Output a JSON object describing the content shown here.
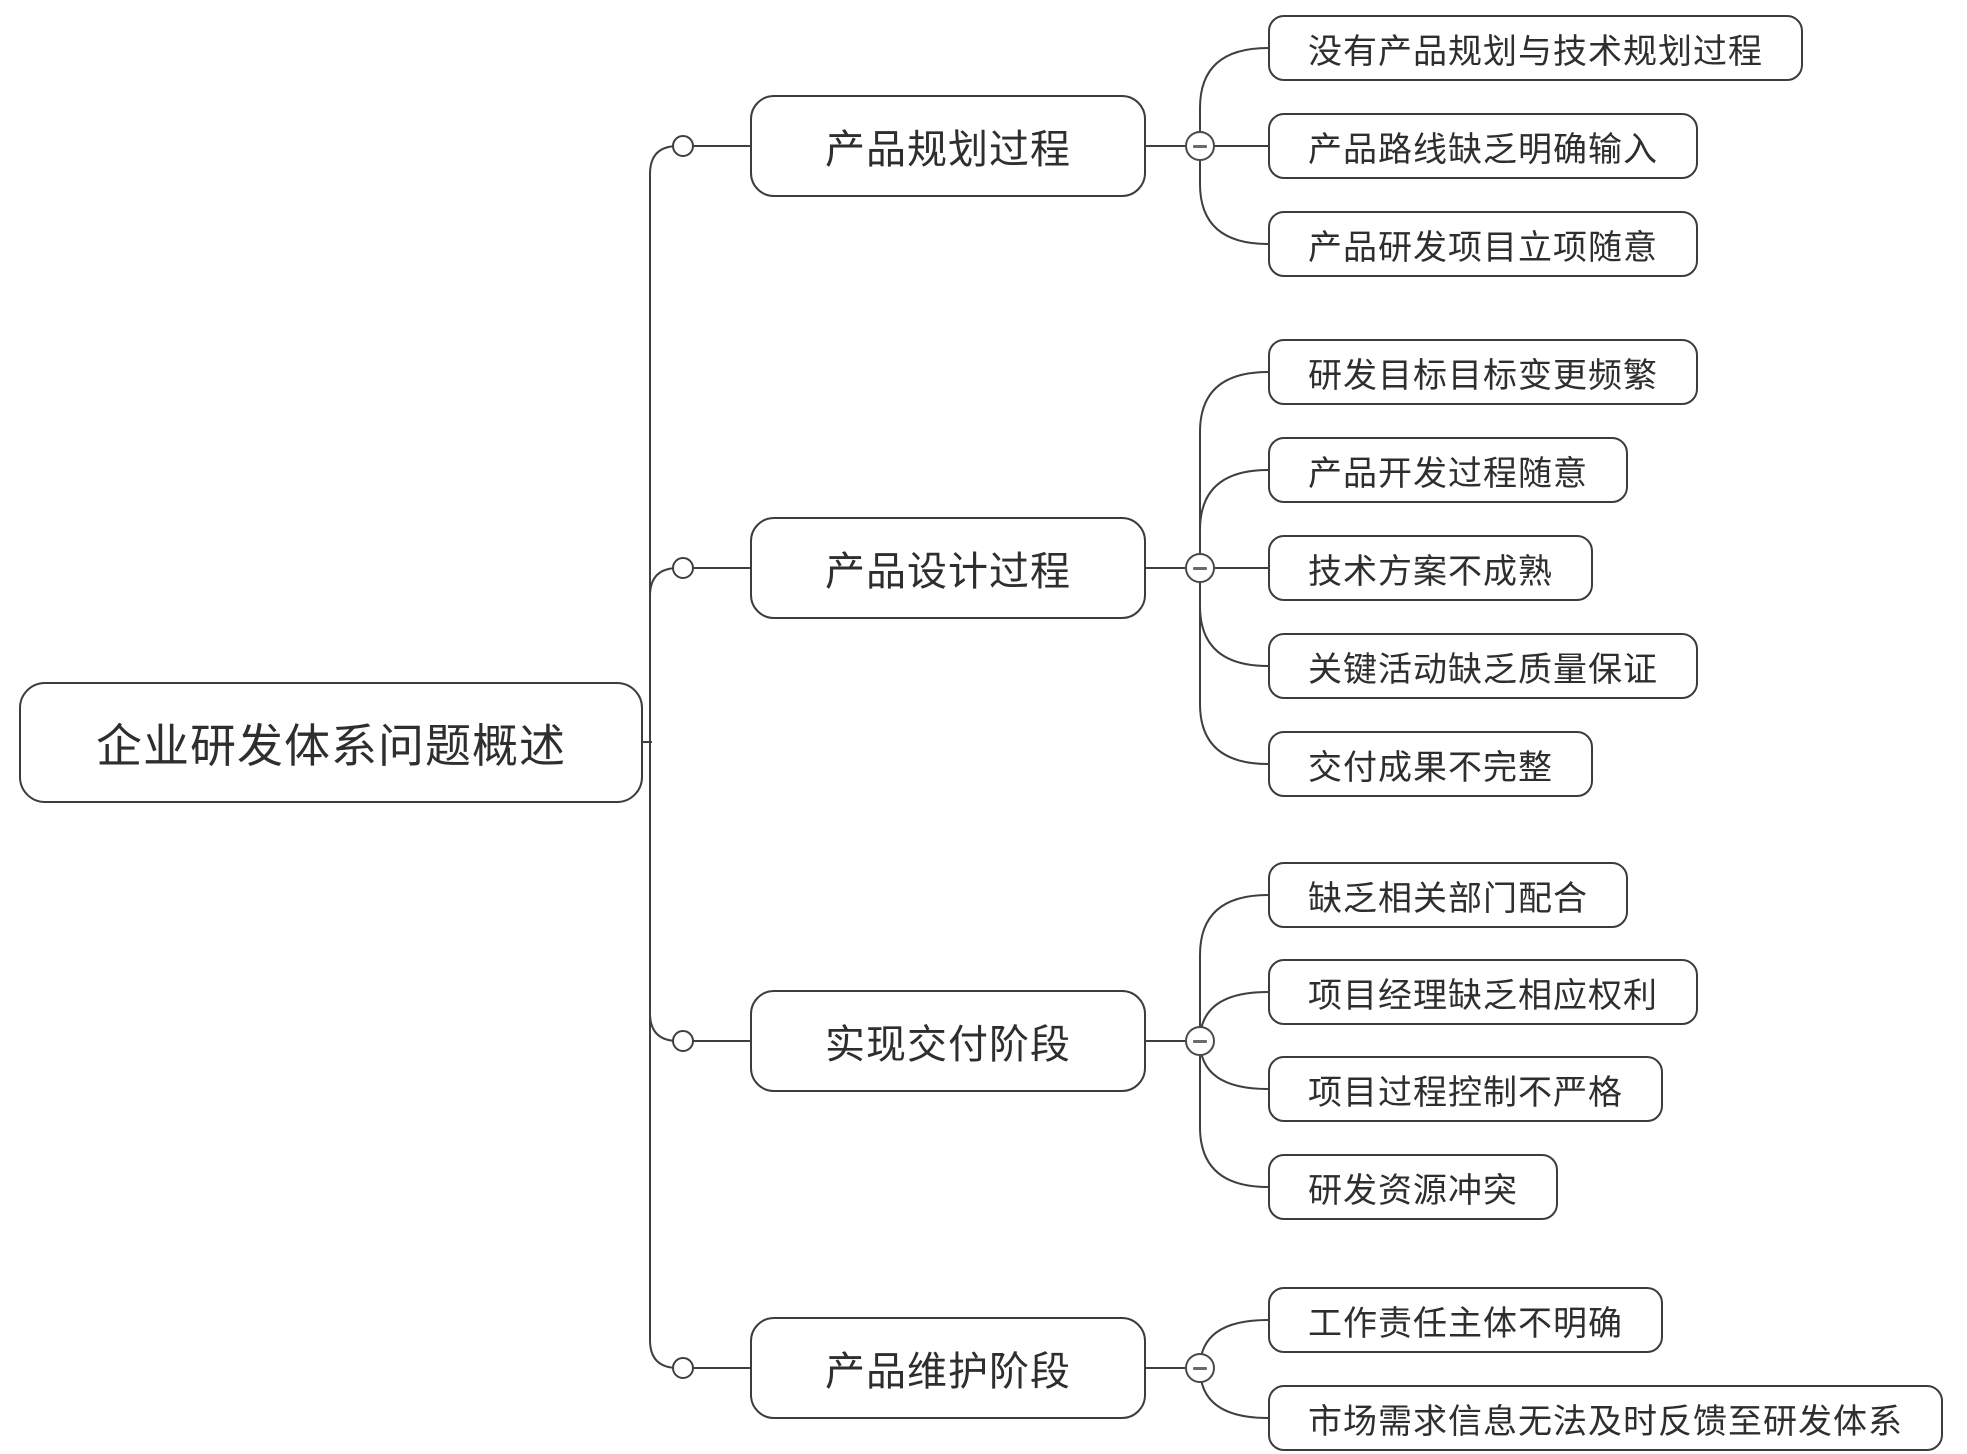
{
  "mindmap": {
    "root": {
      "label": "企业研发体系问题概述"
    },
    "branches": [
      {
        "label": "产品规划过程",
        "children": [
          "没有产品规划与技术规划过程",
          "产品路线缺乏明确输入",
          "产品研发项目立项随意"
        ]
      },
      {
        "label": "产品设计过程",
        "children": [
          "研发目标目标变更频繁",
          "产品开发过程随意",
          "技术方案不成熟",
          "关键活动缺乏质量保证",
          "交付成果不完整"
        ]
      },
      {
        "label": "实现交付阶段",
        "children": [
          "缺乏相关部门配合",
          "项目经理缺乏相应权利",
          "项目过程控制不严格",
          "研发资源冲突"
        ]
      },
      {
        "label": "产品维护阶段",
        "children": [
          "工作责任主体不明确",
          "市场需求信息无法及时反馈至研发体系"
        ]
      }
    ],
    "colors": {
      "stroke": "#3f3f3f",
      "box_border": "#3c3c3c",
      "box_fill": "#ffffff",
      "text": "#2e2e2e",
      "background": "#ffffff"
    }
  }
}
